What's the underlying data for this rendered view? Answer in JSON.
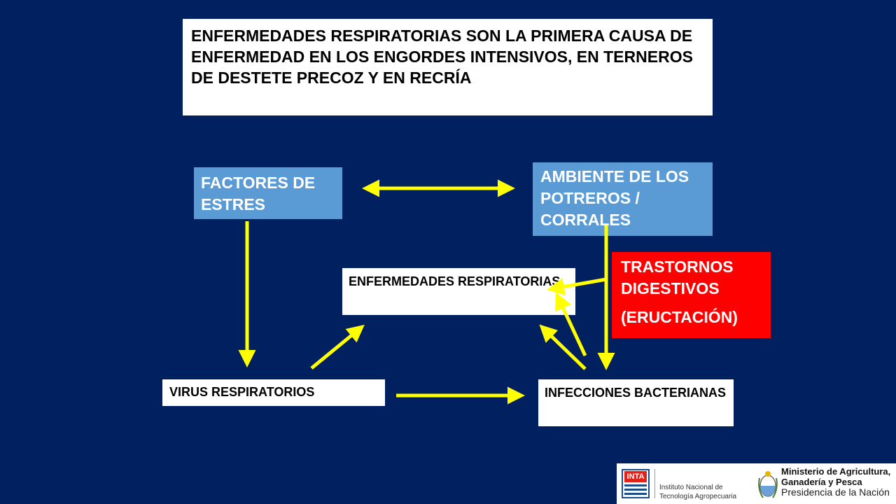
{
  "title": "ENFERMEDADES RESPIRATORIAS SON LA PRIMERA CAUSA DE ENFERMEDAD EN LOS ENGORDES INTENSIVOS, EN TERNEROS DE DESTETE PRECOZ Y EN RECRÍA",
  "nodes": {
    "factores_estres": "FACTORES DE ESTRES",
    "ambiente_potreros": "AMBIENTE DE LOS POTREROS / CORRALES",
    "trastornos_digestivos": {
      "line1": "TRASTORNOS DIGESTIVOS",
      "line2": "(ERUCTACIÓN)"
    },
    "enfermedades_respiratorias": "ENFERMEDADES RESPIRATORIAS",
    "virus_respiratorios": "VIRUS RESPIRATORIOS",
    "infecciones_bacterianas": "INFECCIONES BACTERIANAS"
  },
  "colors": {
    "background": "#002060",
    "arrow": "#ffff00",
    "blue_node": "#5b9bd5",
    "red_node": "#ff0000"
  },
  "logos": {
    "inta_acronym": "INTA",
    "inta_name_line1": "Instituto Nacional de",
    "inta_name_line2": "Tecnología Agropecuaria",
    "ministry_line1": "Ministerio de Agricultura,",
    "ministry_line2": "Ganadería y Pesca",
    "ministry_line3": "Presidencia de la Nación"
  }
}
